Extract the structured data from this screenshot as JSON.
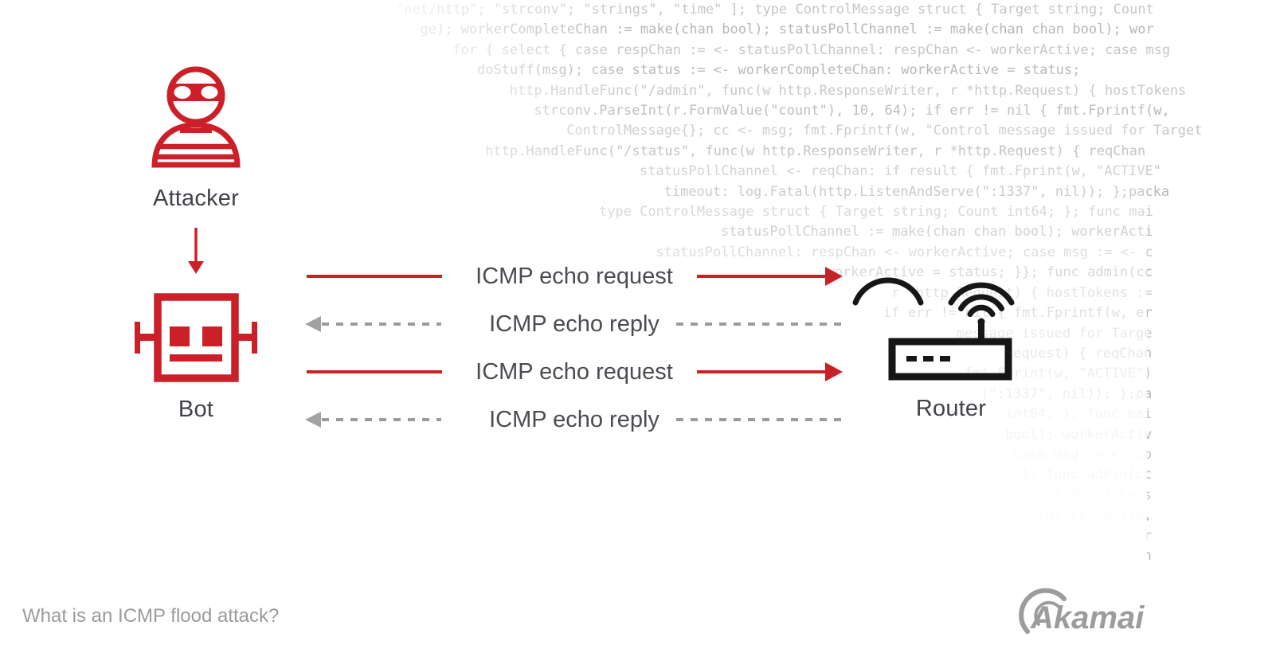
{
  "diagram": {
    "attacker": {
      "label": "Attacker"
    },
    "bot": {
      "label": "Bot"
    },
    "router": {
      "label": "Router"
    },
    "flows": [
      {
        "label": "ICMP echo request",
        "type": "request",
        "direction": "right"
      },
      {
        "label": "ICMP echo reply",
        "type": "reply",
        "direction": "left"
      },
      {
        "label": "ICMP echo request",
        "type": "request",
        "direction": "right"
      },
      {
        "label": "ICMP echo reply",
        "type": "reply",
        "direction": "left"
      }
    ]
  },
  "footer": {
    "caption": "What is an ICMP flood attack?",
    "brand": "Akamai"
  },
  "colors": {
    "accent_red": "#cb2027",
    "router_black": "#161616",
    "node_label_gray": "#3f4247",
    "flow_label_gray": "#4a4c51",
    "reply_dash_gray": "#9b9b9b",
    "caption_gray": "#9b9b9b",
    "brand_gray": "#9c9c9c",
    "code_gray": "#b7b7b7"
  },
  "background_code": {
    "language": "go",
    "lines": [
      {
        "indent": 0,
        "text": "\"net/http\"; \"strconv\"; \"strings\", \"time\" ]; type ControlMessage struct { Target string; Count"
      },
      {
        "indent": 3,
        "text": "ge); workerCompleteChan := make(chan bool); statusPollChannel := make(chan chan bool); wor"
      },
      {
        "indent": 7,
        "text": "for { select { case respChan := <- statusPollChannel: respChan <- workerActive; case msg"
      },
      {
        "indent": 10,
        "text": "doStuff(msg); case status := <- workerCompleteChan: workerActive = status;"
      },
      {
        "indent": 14,
        "text": "http.HandleFunc(\"/admin\", func(w http.ResponseWriter, r *http.Request) { hostTokens"
      },
      {
        "indent": 17,
        "text": "strconv.ParseInt(r.FormValue(\"count\"), 10, 64); if err != nil { fmt.Fprintf(w,"
      },
      {
        "indent": 21,
        "text": "ControlMessage{}; cc <- msg; fmt.Fprintf(w, \"Control message issued for Target"
      },
      {
        "indent": 11,
        "text": "http.HandleFunc(\"/status\", func(w http.ResponseWriter, r *http.Request) { reqChan"
      },
      {
        "indent": 30,
        "text": "statusPollChannel <- reqChan: if result { fmt.Fprint(w, \"ACTIVE\""
      },
      {
        "indent": 33,
        "text": "timeout: log.Fatal(http.ListenAndServe(\":1337\", nil)); };packa"
      },
      {
        "indent": 25,
        "text": "type ControlMessage struct { Target string; Count int64; }; func mai"
      },
      {
        "indent": 40,
        "text": "statusPollChannel := make(chan chan bool); workerActi"
      },
      {
        "indent": 32,
        "text": "statusPollChannel: respChan <- workerActive; case msg := <- c"
      },
      {
        "indent": 53,
        "text": "workerActive = status; }}; func admin(cc"
      },
      {
        "indent": 61,
        "text": "r *http.Request) { hostTokens :="
      },
      {
        "indent": 60,
        "text": "if err != nil { fmt.Fprintf(w, er"
      },
      {
        "indent": 69,
        "text": "message issued for Targe"
      },
      {
        "indent": 75,
        "text": "Request) { reqChan"
      },
      {
        "indent": 70,
        "text": "fmt.Fprint(w, \"ACTIVE\")"
      },
      {
        "indent": 72,
        "text": "(\":1337\", nil)); };pa"
      },
      {
        "indent": 75,
        "text": "int64; }; func mai"
      },
      {
        "indent": 75,
        "text": "bool); workerActiv"
      },
      {
        "indent": 76,
        "text": "case msg := <- co"
      },
      {
        "indent": 77,
        "text": "}; func admin(cc"
      },
      {
        "indent": 81,
        "text": "{ hostTokens"
      },
      {
        "indent": 79,
        "text": "fmt.Fprintf(w,"
      },
      {
        "indent": 79,
        "text": "issued for Tar"
      },
      {
        "indent": 84,
        "text": "{ reqChan"
      }
    ]
  }
}
